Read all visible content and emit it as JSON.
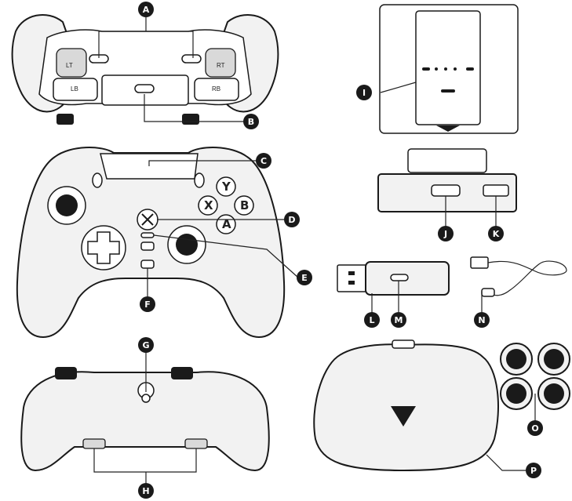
{
  "callouts": [
    {
      "id": "A",
      "label": "A"
    },
    {
      "id": "B",
      "label": "B"
    },
    {
      "id": "C",
      "label": "C"
    },
    {
      "id": "D",
      "label": "D"
    },
    {
      "id": "E",
      "label": "E"
    },
    {
      "id": "F",
      "label": "F"
    },
    {
      "id": "G",
      "label": "G"
    },
    {
      "id": "H",
      "label": "H"
    },
    {
      "id": "I",
      "label": "I"
    },
    {
      "id": "J",
      "label": "J"
    },
    {
      "id": "K",
      "label": "K"
    },
    {
      "id": "L",
      "label": "L"
    },
    {
      "id": "M",
      "label": "M"
    },
    {
      "id": "N",
      "label": "N"
    },
    {
      "id": "O",
      "label": "O"
    },
    {
      "id": "P",
      "label": "P"
    }
  ],
  "controller_top": {
    "left_trigger": "LT",
    "right_trigger": "RT",
    "left_bumper": "LB",
    "right_bumper": "RB"
  },
  "face_buttons": {
    "y": "Y",
    "x": "X",
    "b": "B",
    "a": "A"
  },
  "icons": [
    "xbox-logo-icon",
    "share-icon",
    "profile-icon",
    "palm-tree-logo-icon",
    "usb-a-icon"
  ],
  "colors": {
    "outline": "#1a1a1a",
    "body_fill": "#f2f2f2",
    "callout_fill": "#1a1a1a"
  }
}
